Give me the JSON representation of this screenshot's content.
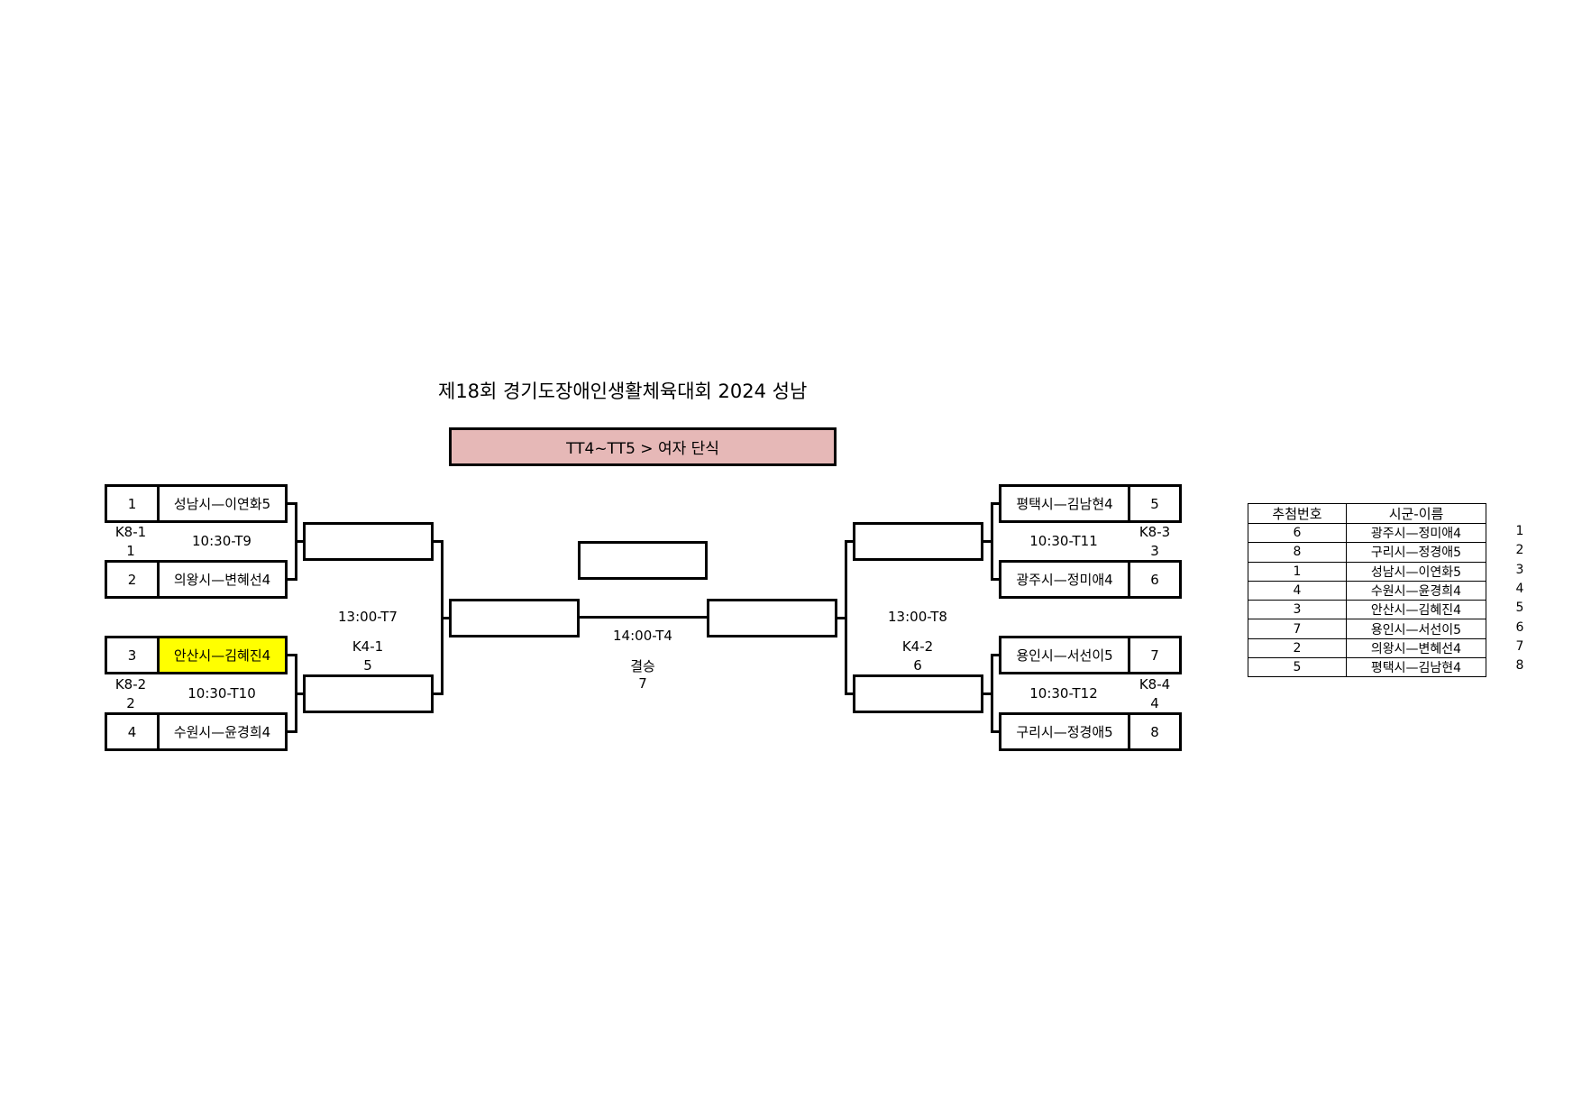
{
  "title": "제18회 경기도장애인생활체육대회 2024 성남",
  "event": {
    "label": "TT4~TT5 > 여자 단식",
    "bg": "#e6b8b7"
  },
  "highlight": "#ffff00",
  "left": {
    "players": [
      {
        "seed": "1",
        "name": "성남시—이연화5"
      },
      {
        "seed": "2",
        "name": "의왕시—변혜선4"
      },
      {
        "seed": "3",
        "name": "안산시—김혜진4"
      },
      {
        "seed": "4",
        "name": "수원시—윤경희4"
      }
    ],
    "match1": {
      "code": "K8-1",
      "num": "1",
      "time": "10:30-T9"
    },
    "match2": {
      "code": "K8-2",
      "num": "2",
      "time": "10:30-T10"
    },
    "semi": {
      "time": "13:00-T7",
      "code": "K4-1",
      "num": "5"
    }
  },
  "right": {
    "players": [
      {
        "seed": "5",
        "name": "평택시—김남현4"
      },
      {
        "seed": "6",
        "name": "광주시—정미애4"
      },
      {
        "seed": "7",
        "name": "용인시—서선이5"
      },
      {
        "seed": "8",
        "name": "구리시—정경애5"
      }
    ],
    "match1": {
      "code": "K8-3",
      "num": "3",
      "time": "10:30-T11"
    },
    "match2": {
      "code": "K8-4",
      "num": "4",
      "time": "10:30-T12"
    },
    "semi": {
      "time": "13:00-T8",
      "code": "K4-2",
      "num": "6"
    }
  },
  "final": {
    "time": "14:00-T4",
    "label": "결승",
    "num": "7"
  },
  "draw_table": {
    "headers": [
      "추첨번호",
      "시군-이름"
    ],
    "rows": [
      [
        "6",
        "광주시—정미애4",
        "1"
      ],
      [
        "8",
        "구리시—정경애5",
        "2"
      ],
      [
        "1",
        "성남시—이연화5",
        "3"
      ],
      [
        "4",
        "수원시—윤경희4",
        "4"
      ],
      [
        "3",
        "안산시—김혜진4",
        "5"
      ],
      [
        "7",
        "용인시—서선이5",
        "6"
      ],
      [
        "2",
        "의왕시—변혜선4",
        "7"
      ],
      [
        "5",
        "평택시—김남현4",
        "8"
      ]
    ]
  }
}
